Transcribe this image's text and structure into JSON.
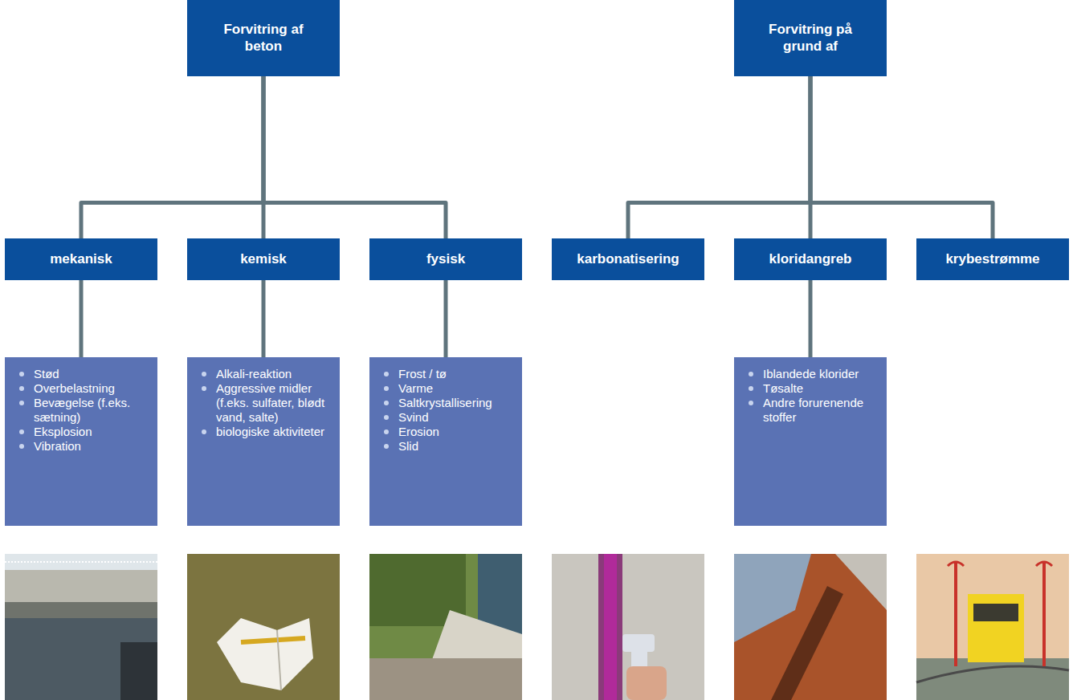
{
  "diagram": {
    "nodes": [
      {
        "text": [
          "Forvitring af beton"
        ]
      },
      {
        "text": [
          "Forvitring på grund af"
        ]
      },
      {
        "text": [
          "mekanisk"
        ]
      },
      {
        "text": [
          "kemisk"
        ]
      },
      {
        "text": [
          "fysisk"
        ]
      },
      {
        "text": [
          "karbonatisering"
        ]
      },
      {
        "text": [
          "kloridangreb"
        ]
      },
      {
        "text": [
          "krybestrømme"
        ]
      },
      {
        "text": [
          "Stød",
          "Overbelastning",
          "Bevægelse (f.eks. sætning)",
          "Eksplosion",
          "Vibration"
        ]
      },
      {
        "text": [
          "Alkali-reaktion",
          "Aggressive midler (f.eks. sulfater, blødt vand, salte)",
          "biologiske aktiviteter"
        ]
      },
      {
        "text": [
          "Frost / tø",
          "Varme",
          "Saltkrystallisering",
          "Svind",
          "Erosion",
          "Slid"
        ]
      },
      {
        "text": [
          "Iblandede klorider",
          "Tøsalte",
          "Andre forurenende stoffer"
        ]
      }
    ],
    "edges": [
      {
        "from": 0,
        "to": 2,
        "arrow": "none"
      },
      {
        "from": 0,
        "to": 3,
        "arrow": "none"
      },
      {
        "from": 0,
        "to": 4,
        "arrow": "none"
      },
      {
        "from": 1,
        "to": 5,
        "arrow": "none"
      },
      {
        "from": 1,
        "to": 6,
        "arrow": "none"
      },
      {
        "from": 1,
        "to": 7,
        "arrow": "none"
      },
      {
        "from": 2,
        "to": 8,
        "arrow": "none"
      },
      {
        "from": 3,
        "to": 9,
        "arrow": "none"
      },
      {
        "from": 4,
        "to": 10,
        "arrow": "none"
      },
      {
        "from": 6,
        "to": 11,
        "arrow": "none"
      }
    ]
  }
}
